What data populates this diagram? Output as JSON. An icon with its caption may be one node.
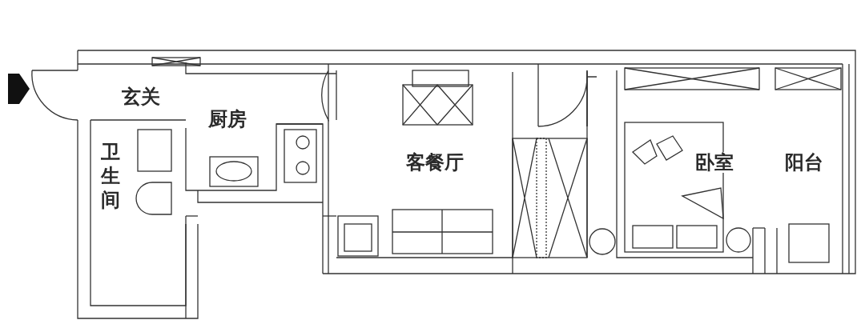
{
  "diagram": {
    "labels": [
      "玄关",
      "厨房",
      "卫生间",
      "客餐厅",
      "卧室",
      "阳台"
    ]
  }
}
